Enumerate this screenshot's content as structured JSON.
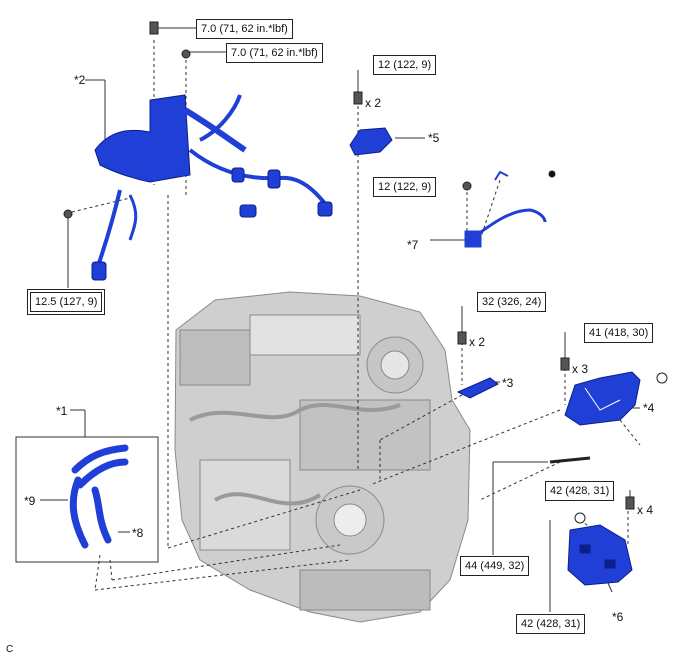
{
  "torques": {
    "t1": "7.0 (71, 62 in.*lbf)",
    "t2": "7.0 (71, 62 in.*lbf)",
    "t3": "12 (122, 9)",
    "t4": "12 (122, 9)",
    "t5": "12.5 (127, 9)",
    "t6": "32 (326, 24)",
    "t7": "41 (418, 30)",
    "t8": "42 (428, 31)",
    "t9": "44 (449, 32)",
    "t10": "42 (428, 31)"
  },
  "quantities": {
    "q1": "x 2",
    "q2": "x 2",
    "q3": "x 3",
    "q4": "x 4"
  },
  "callouts": {
    "c1": "*1",
    "c2": "*2",
    "c3": "*3",
    "c4": "*4",
    "c5": "*5",
    "c6": "*6",
    "c7": "*7",
    "c8": "*8",
    "c9": "*9"
  },
  "corner_label": "C",
  "colors": {
    "part": "#1f3fd6",
    "part_dark": "#0c1f8a",
    "engine": "#b9b9b9",
    "line": "#333333"
  }
}
